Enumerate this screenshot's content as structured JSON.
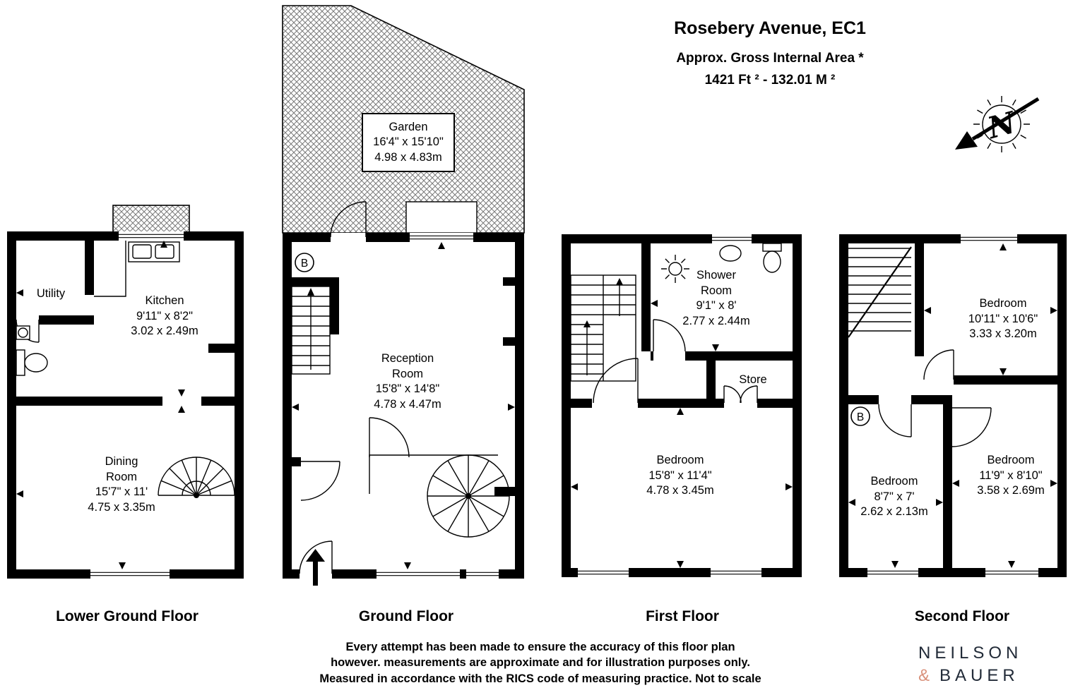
{
  "header": {
    "title": "Rosebery Avenue, EC1",
    "subtitle": "Approx. Gross Internal Area *",
    "area": "1421 Ft ²  -  132.01 M ²"
  },
  "compass": {
    "north": "N"
  },
  "floors": {
    "lower_ground": {
      "label": "Lower Ground Floor",
      "rooms": {
        "utility": {
          "name": "Utility"
        },
        "kitchen": {
          "name": "Kitchen",
          "imperial": "9'11\" x 8'2\"",
          "metric": "3.02 x 2.49m"
        },
        "dining": {
          "name": "Dining Room",
          "imperial": "15'7\" x 11'",
          "metric": "4.75 x 3.35m"
        }
      }
    },
    "ground": {
      "label": "Ground Floor",
      "marker": "B",
      "rooms": {
        "garden": {
          "name": "Garden",
          "imperial": "16'4\" x 15'10\"",
          "metric": "4.98 x 4.83m"
        },
        "reception": {
          "name": "Reception Room",
          "imperial": "15'8\" x 14'8\"",
          "metric": "4.78 x 4.47m"
        }
      }
    },
    "first": {
      "label": "First Floor",
      "rooms": {
        "shower": {
          "name": "Shower Room",
          "imperial": "9'1\" x 8'",
          "metric": "2.77 x 2.44m"
        },
        "store": {
          "name": "Store"
        },
        "bedroom": {
          "name": "Bedroom",
          "imperial": "15'8\" x 11'4\"",
          "metric": "4.78 x 3.45m"
        }
      }
    },
    "second": {
      "label": "Second Floor",
      "marker": "B",
      "rooms": {
        "bedroom_rear": {
          "name": "Bedroom",
          "imperial": "10'11\" x 10'6\"",
          "metric": "3.33 x 3.20m"
        },
        "bedroom_small": {
          "name": "Bedroom",
          "imperial": "8'7\" x 7'",
          "metric": "2.62 x 2.13m"
        },
        "bedroom_front": {
          "name": "Bedroom",
          "imperial": "11'9\" x 8'10\"",
          "metric": "3.58 x 2.69m"
        }
      }
    }
  },
  "disclaimer": [
    "Every attempt has been made to ensure the accuracy of this floor plan",
    "however. measurements are approximate and for illustration purposes only.",
    "Measured in accordance with the RICS code of measuring practice. Not to scale"
  ],
  "logo": {
    "name_top": "NEILSON",
    "ampersand": "&",
    "name_bottom": "BAUER",
    "accent_color": "#d9917b",
    "text_color": "#222b38"
  }
}
